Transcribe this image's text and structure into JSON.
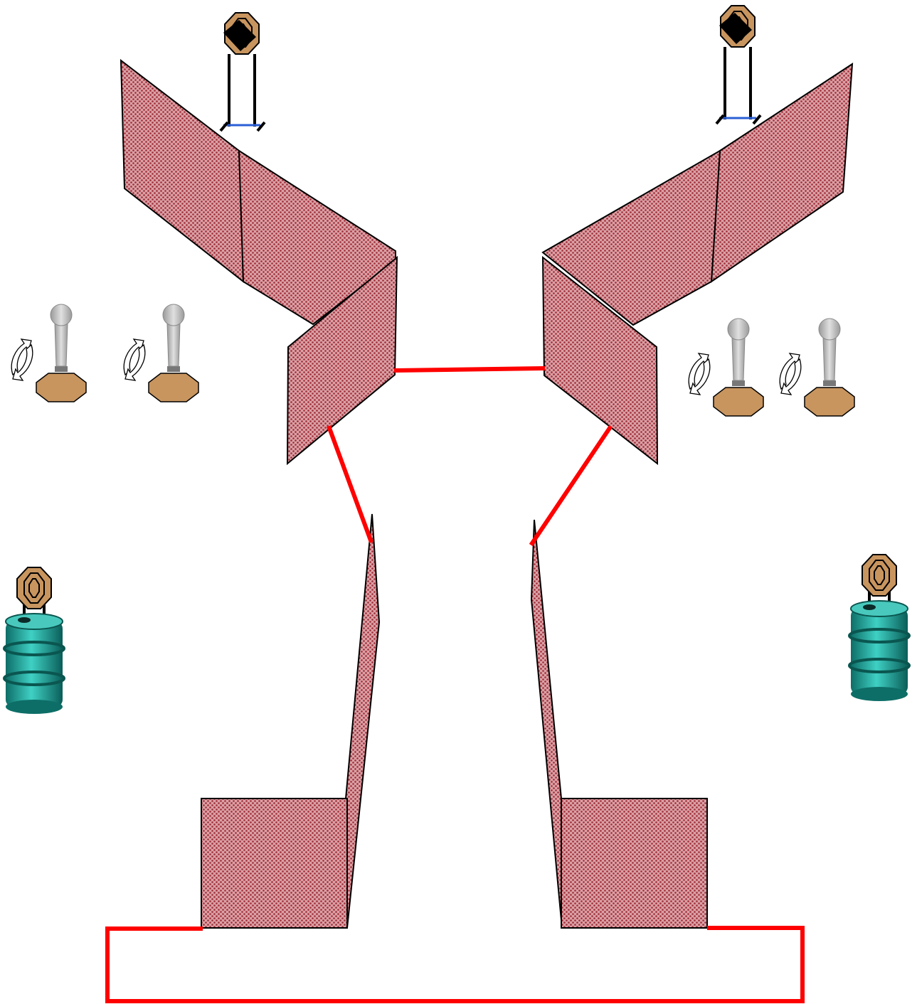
{
  "diagram": {
    "walls": [
      {
        "id": "upper-left-panel-outer"
      },
      {
        "id": "upper-left-panel-inner"
      },
      {
        "id": "upper-left-panel-front"
      },
      {
        "id": "upper-right-panel-outer"
      },
      {
        "id": "upper-right-panel-inner"
      },
      {
        "id": "upper-right-panel-front"
      },
      {
        "id": "left-corridor-wall"
      },
      {
        "id": "right-corridor-wall"
      },
      {
        "id": "lower-left-block"
      },
      {
        "id": "lower-right-block"
      }
    ],
    "fault_lines": [
      {
        "id": "center-fault-line"
      },
      {
        "id": "left-diagonal-fault-line"
      },
      {
        "id": "right-diagonal-fault-line"
      },
      {
        "id": "shooting-box"
      }
    ],
    "targets": {
      "steel_plates_on_stands": 2,
      "swinger_targets": 4,
      "targets_on_barrels": 2
    },
    "colors": {
      "wall_fill": "#c8808a",
      "wall_pattern": "#a02a35",
      "fault_line": "#ff0000",
      "target_tan": "#c8955f",
      "barrel": "#1aa39a",
      "swinger_grey": "#bdbdbd"
    },
    "icons": [
      "steel-target-icon",
      "swinger-target-icon",
      "rotate-arrow-icon",
      "barrel-icon"
    ]
  }
}
